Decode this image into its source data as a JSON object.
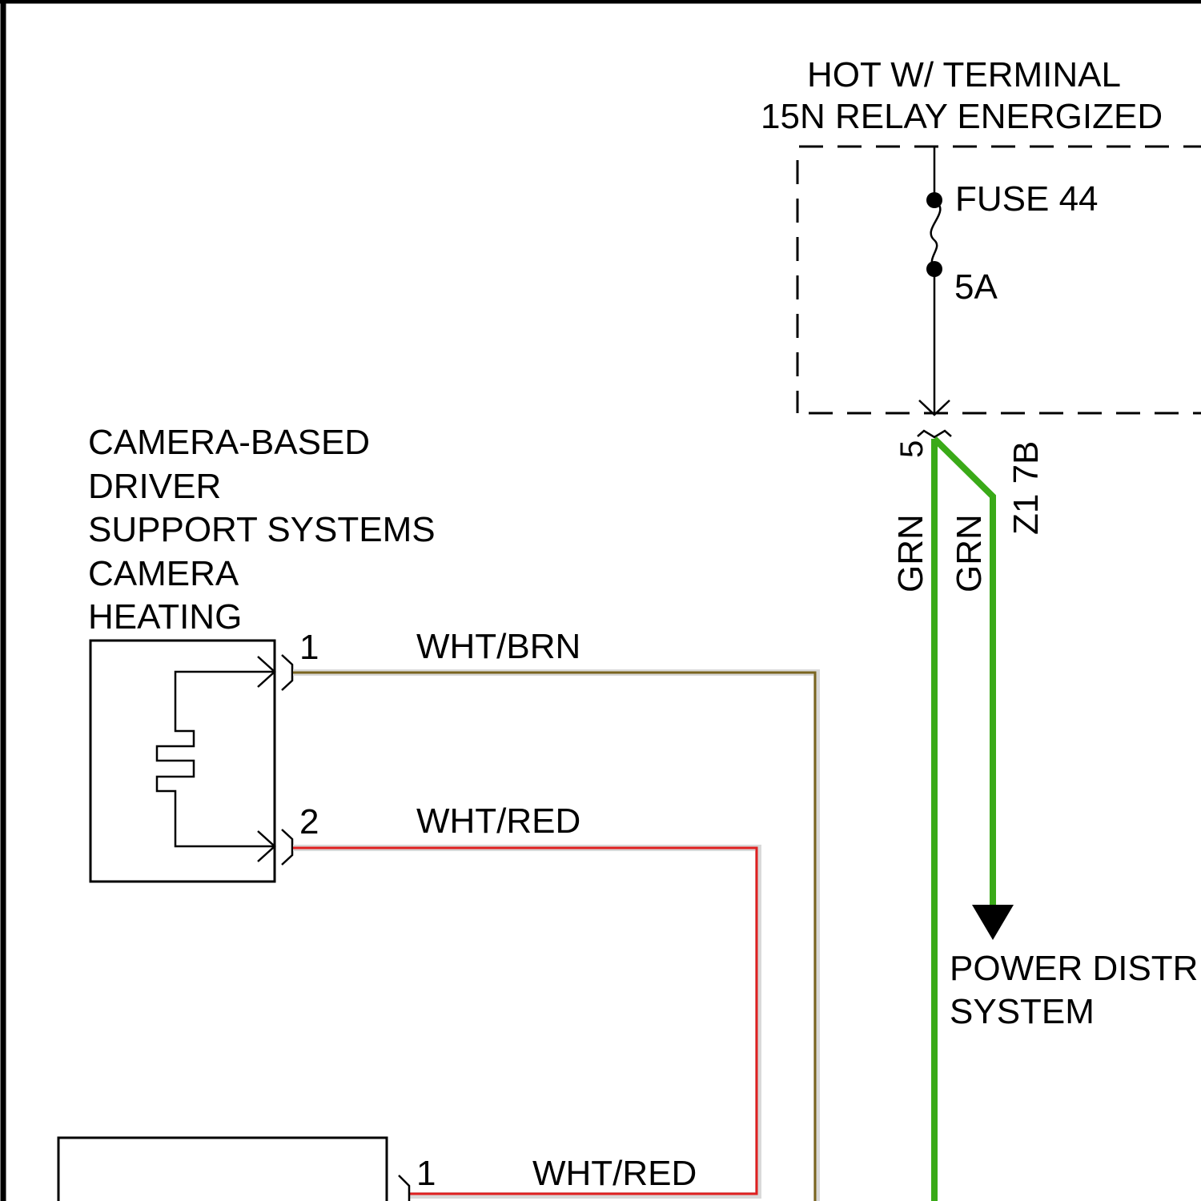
{
  "power_source": {
    "line1": "HOT W/ TERMINAL",
    "line2": "15N RELAY ENERGIZED"
  },
  "fuse": {
    "name": "FUSE 44",
    "rating": "5A"
  },
  "splice": {
    "pin": "5",
    "ref": "Z1 7B"
  },
  "wires": {
    "grn_left": "GRN",
    "grn_right": "GRN",
    "wht_brn": "WHT/BRN",
    "wht_red_top": "WHT/RED",
    "wht_red_bottom": "WHT/RED"
  },
  "destination": {
    "line1": "POWER DISTRIBUTION",
    "line2": "SYSTEM"
  },
  "component": {
    "line1": "CAMERA-BASED",
    "line2": "DRIVER",
    "line3": "SUPPORT SYSTEMS",
    "line4": "CAMERA",
    "line5": "HEATING",
    "pin1": "1",
    "pin2": "2"
  },
  "lower_component": {
    "pin1": "1"
  },
  "colors": {
    "grn": "#3aaa18",
    "wht_brn": "#7a6520",
    "wht_red": "#e02020",
    "wire_shadow": "#d9d9d9"
  }
}
